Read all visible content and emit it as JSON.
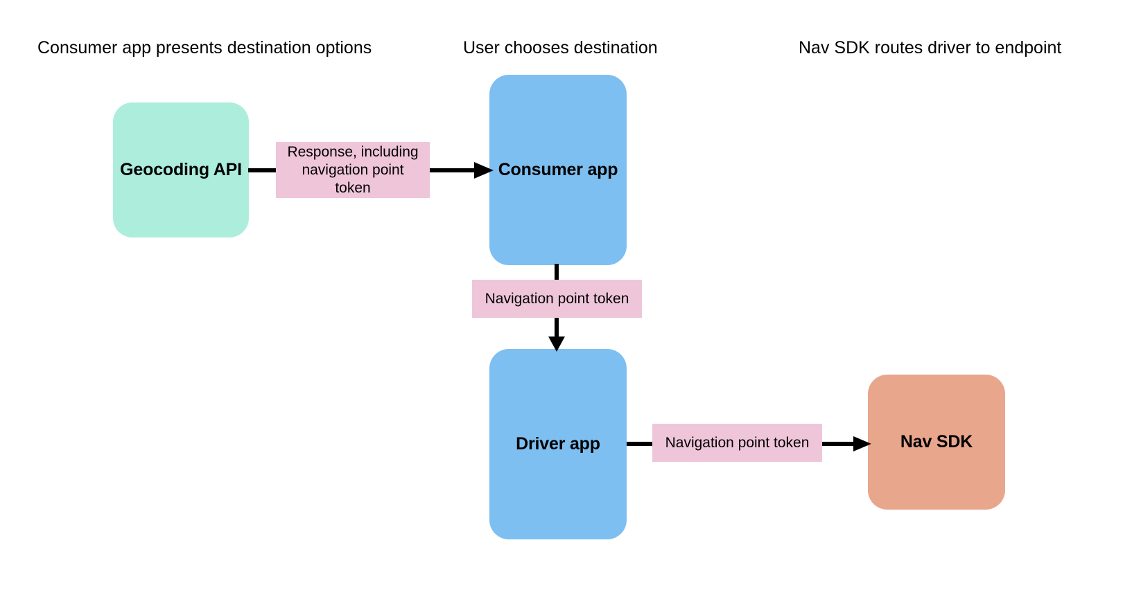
{
  "diagram": {
    "title_headers": [
      {
        "id": "stage-1",
        "label": "Consumer app presents destination options"
      },
      {
        "id": "stage-2",
        "label": "User chooses destination"
      },
      {
        "id": "stage-3",
        "label": "Nav SDK routes driver to endpoint"
      }
    ],
    "nodes": [
      {
        "id": "geocoding-api",
        "label": "Geocoding API",
        "color": "#aceedb"
      },
      {
        "id": "consumer-app",
        "label": "Consumer app",
        "color": "#7ebff1"
      },
      {
        "id": "driver-app",
        "label": "Driver app",
        "color": "#7ebff1"
      },
      {
        "id": "nav-sdk",
        "label": "Nav SDK",
        "color": "#e8a68c"
      }
    ],
    "edge_labels": [
      {
        "id": "response-token",
        "label": "Response, including navigation point token"
      },
      {
        "id": "nav-point-token-1",
        "label": "Navigation point token"
      },
      {
        "id": "nav-point-token-2",
        "label": "Navigation point token"
      }
    ],
    "colors": {
      "background": "#ffffff",
      "mint": "#aceedb",
      "blue": "#7ebff1",
      "salmon": "#e8a68c",
      "pink": "#efc5da",
      "stroke": "#000000",
      "text": "#000000"
    },
    "connectors": [
      {
        "id": "geocoding-to-label",
        "from": "geocoding-api",
        "to": "response-token",
        "arrowhead": false,
        "direction": "horizontal"
      },
      {
        "id": "label-to-consumer",
        "from": "response-token",
        "to": "consumer-app",
        "arrowhead": true,
        "direction": "horizontal"
      },
      {
        "id": "consumer-to-label",
        "from": "consumer-app",
        "to": "nav-point-token-1",
        "arrowhead": false,
        "direction": "vertical"
      },
      {
        "id": "label-to-driver",
        "from": "nav-point-token-1",
        "to": "driver-app",
        "arrowhead": true,
        "direction": "vertical"
      },
      {
        "id": "driver-to-label",
        "from": "driver-app",
        "to": "nav-point-token-2",
        "arrowhead": false,
        "direction": "horizontal"
      },
      {
        "id": "label-to-navsdk",
        "from": "nav-point-token-2",
        "to": "nav-sdk",
        "arrowhead": true,
        "direction": "horizontal"
      }
    ]
  }
}
